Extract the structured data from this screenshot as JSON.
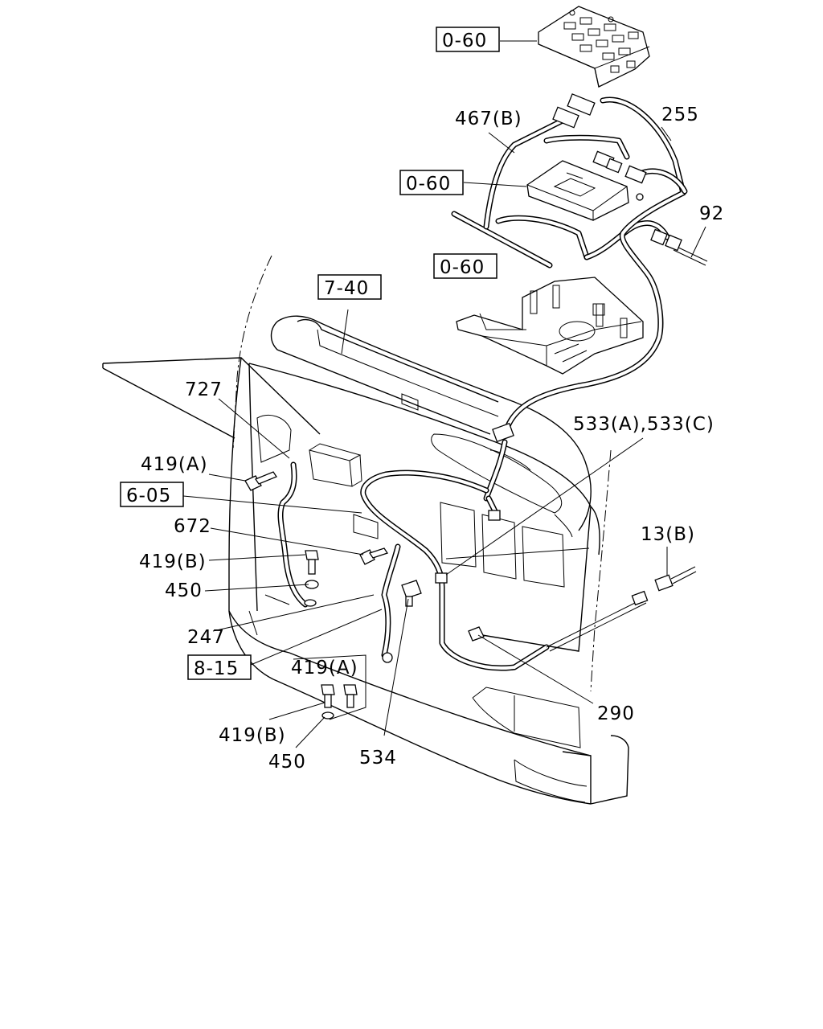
{
  "callouts": {
    "ref_0_60_top": "0-60",
    "ref_0_60_mid": "0-60",
    "ref_0_60_low": "0-60",
    "ref_7_40": "7-40",
    "ref_6_05": "6-05",
    "ref_8_15": "8-15",
    "p467b": "467(B)",
    "p255": "255",
    "p92": "92",
    "p727": "727",
    "p533": "533(A),533(C)",
    "p419a_top": "419(A)",
    "p672": "672",
    "p419b_top": "419(B)",
    "p450_top": "450",
    "p13b": "13(B)",
    "p247": "247",
    "p419a_low": "419(A)",
    "p290": "290",
    "p419b_low": "419(B)",
    "p450_low": "450",
    "p534": "534"
  }
}
